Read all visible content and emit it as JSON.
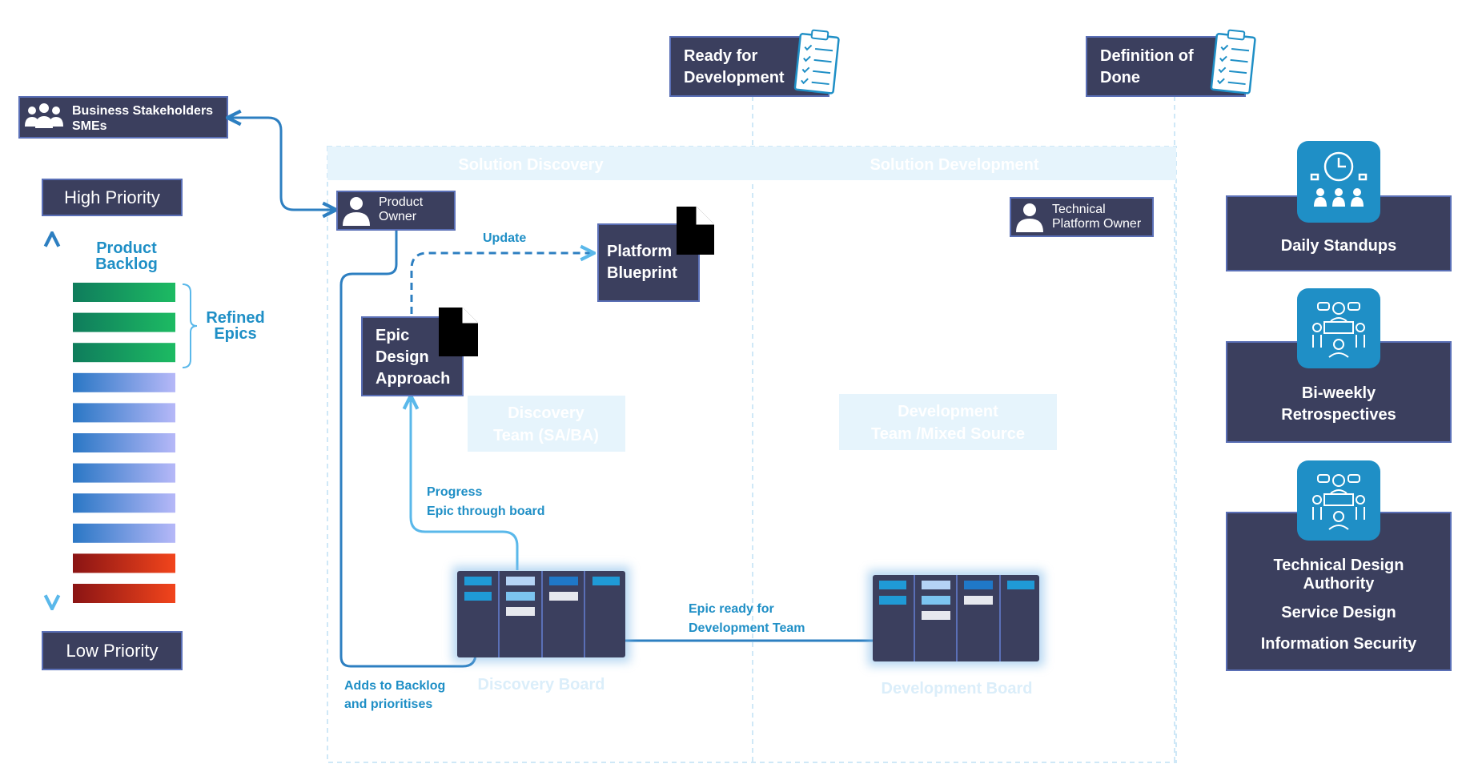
{
  "colors": {
    "navy": "#3b3f5e",
    "navy_border": "#5a6fb6",
    "accent_blue": "#1f8fc6",
    "link_blue": "#2d7fc1",
    "light_blue": "#5ab8ea",
    "lane_header_bg": "#e6f4fc",
    "ghost_text": "#dbeefa",
    "green_dark": "#0f7c5c",
    "green_light": "#1dbb63",
    "blue_dark": "#2a77c5",
    "blue_light": "#b6b8f8",
    "red_dark": "#8a1414",
    "red_light": "#f2451c"
  },
  "stakeholders": {
    "line1": "Business Stakeholders",
    "line2": "SMEs",
    "icon": "people-group-icon"
  },
  "priority": {
    "high": "High Priority",
    "low": "Low Priority"
  },
  "backlog": {
    "title_line1": "Product",
    "title_line2": "Backlog",
    "refined_line1": "Refined",
    "refined_line2": "Epics",
    "bars": [
      {
        "kind": "refined"
      },
      {
        "kind": "refined"
      },
      {
        "kind": "refined"
      },
      {
        "kind": "normal"
      },
      {
        "kind": "normal"
      },
      {
        "kind": "normal"
      },
      {
        "kind": "normal"
      },
      {
        "kind": "normal"
      },
      {
        "kind": "normal"
      },
      {
        "kind": "low"
      },
      {
        "kind": "low"
      }
    ]
  },
  "gates": {
    "ready": {
      "line1": "Ready for",
      "line2": "Development",
      "icon": "clipboard-checklist-icon"
    },
    "done": {
      "line1": "Definition of",
      "line2": "Done",
      "icon": "clipboard-checklist-icon"
    }
  },
  "lanes": {
    "discovery_header": "Solution Discovery",
    "development_header": "Solution Development"
  },
  "roles": {
    "product_owner": {
      "line1": "Product",
      "line2": "Owner",
      "icon": "person-icon"
    },
    "tech_owner": {
      "line1": "Technical",
      "line2": "Platform Owner",
      "icon": "person-icon"
    }
  },
  "artifacts": {
    "blueprint": {
      "line1": "Platform",
      "line2": "Blueprint",
      "icon": "document-icon"
    },
    "epic": {
      "line1": "Epic",
      "line2": "Design",
      "line3": "Approach",
      "icon": "document-icon"
    }
  },
  "teams": {
    "discovery": {
      "line1": "Discovery",
      "line2": "Team (SA/BA)"
    },
    "development": {
      "line1": "Development",
      "line2": "Team /Mixed Source"
    }
  },
  "boards": {
    "discovery_label": "Discovery Board",
    "development_label": "Development Board"
  },
  "flows": {
    "update": "Update",
    "progress_line1": "Progress",
    "progress_line2": "Epic through board",
    "epic_ready_line1": "Epic ready for",
    "epic_ready_line2": "Development Team",
    "adds_line1": "Adds to Backlog",
    "adds_line2": "and prioritises"
  },
  "ceremonies": {
    "standups": {
      "label": "Daily Standups",
      "icon": "clock-team-icon"
    },
    "retro": {
      "line1": "Bi-weekly",
      "line2": "Retrospectives",
      "icon": "meeting-table-icon"
    },
    "authority": {
      "line1": "Technical Design",
      "line2": "Authority",
      "line3": "Service Design",
      "line4": "Information Security",
      "icon": "meeting-table-icon"
    }
  }
}
